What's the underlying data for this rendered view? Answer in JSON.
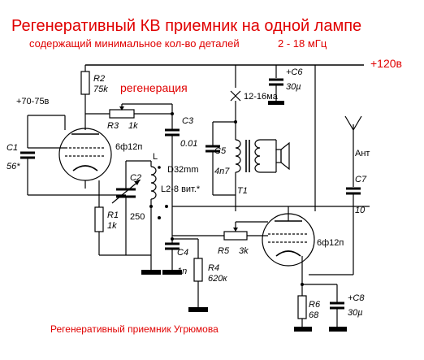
{
  "title": "Регенеративный КВ приемник на одной лампе",
  "subtitle": "содержащий минимальное кол-во деталей",
  "freq_range": "2 - 18 мГц",
  "supply": "+120в",
  "regen_label": "регенерация",
  "footer": "Регенеративный приемник Угрюмова",
  "voltage_note": "+70-75в",
  "current_note": "12-16ма",
  "components": {
    "R2": {
      "name": "R2",
      "value": "75k"
    },
    "R3": {
      "name": "R3",
      "value": "1k"
    },
    "C3": {
      "name": "C3",
      "value": "0.01"
    },
    "C1": {
      "name": "C1",
      "value": "56*"
    },
    "V1": {
      "name": "6ф12п"
    },
    "L": {
      "name": "L",
      "form": "D32mm",
      "taps": "L2-8 вит.*"
    },
    "C2": {
      "name": "C2",
      "value": "250"
    },
    "R1": {
      "name": "R1",
      "value": "1k"
    },
    "C5": {
      "name": "C5",
      "value": "4n7"
    },
    "T1": {
      "name": "T1"
    },
    "C6": {
      "name": "+C6",
      "value": "30µ"
    },
    "ANT": {
      "name": "Ант"
    },
    "C7": {
      "name": "C7",
      "value": "10"
    },
    "V2": {
      "name": "6ф12п"
    },
    "R5": {
      "name": "R5",
      "value": "3k"
    },
    "C4": {
      "name": "C4",
      "value": "1n"
    },
    "R4": {
      "name": "R4",
      "value": "620к"
    },
    "R6": {
      "name": "R6",
      "value": "68"
    },
    "C8": {
      "name": "+C8",
      "value": "30µ"
    }
  },
  "colors": {
    "title": "#e00000",
    "wire": "#000000",
    "background": "#ffffff"
  }
}
